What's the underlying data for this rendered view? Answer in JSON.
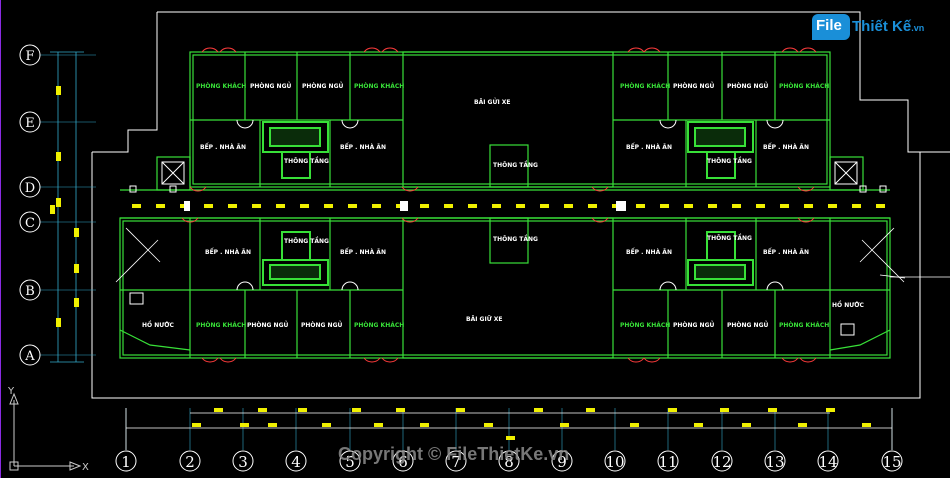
{
  "logo": {
    "badge": "File",
    "brand": "Thiết Kế",
    "suffix": ".vn"
  },
  "copyright": "Copyright © FileThietKe.vn",
  "ucs": {
    "x_label": "X",
    "y_label": "Y"
  },
  "row_grid": [
    "F",
    "E",
    "D",
    "C",
    "B",
    "A"
  ],
  "column_grid": [
    "1",
    "2",
    "3",
    "4",
    "5",
    "6",
    "7",
    "8",
    "9",
    "10",
    "11",
    "12",
    "13",
    "14",
    "15"
  ],
  "rooms": {
    "guest_room": "PHÒNG KHÁCH",
    "bedroom": "PHÒNG NGỦ",
    "kitchen_dining": "BẾP . NHÀ ĂN",
    "stair_well": "THÔNG TẦNG",
    "parking_top": "BÃI GỬI XE",
    "parking_bottom": "BÃI GIỮ XE",
    "water_tank": "HỒ NƯỚC"
  },
  "colors": {
    "wall": "#38e038",
    "grid": "#33aacc",
    "mark": "#f0f000",
    "dim": "#ffffff",
    "door": "#ff3c3c",
    "background": "#000000"
  }
}
